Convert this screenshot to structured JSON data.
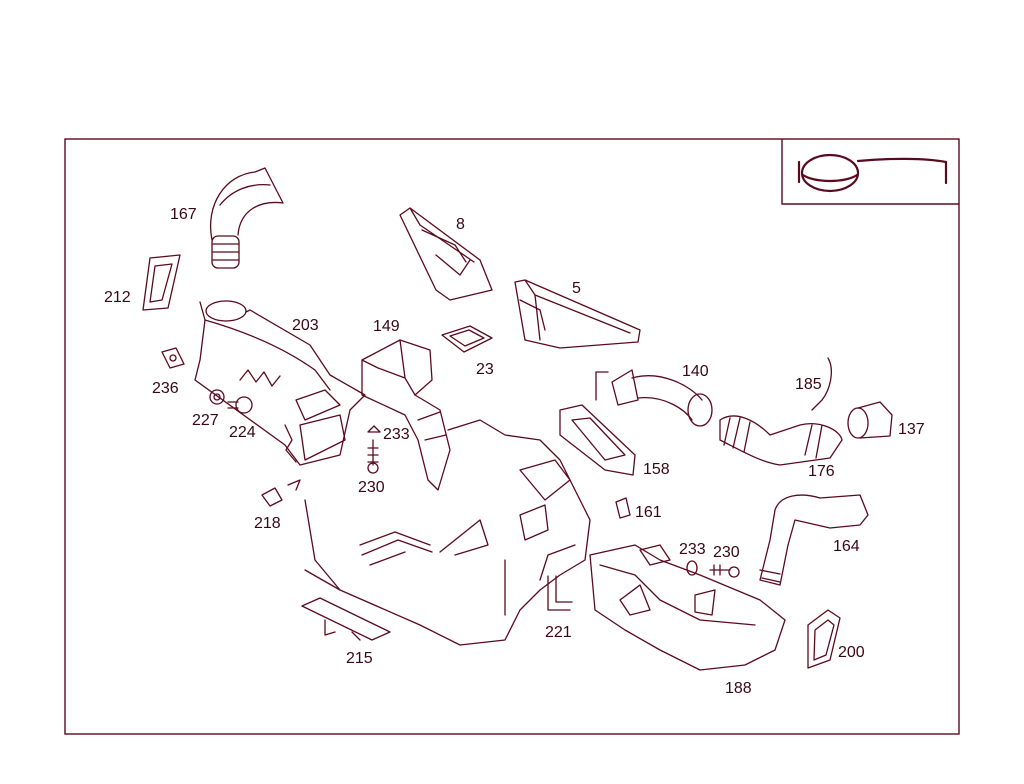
{
  "colors": {
    "line": "#5a0a1e",
    "text": "#3a0614",
    "background": "#ffffff"
  },
  "inset_icon": "vehicle-outline-icon",
  "labels": {
    "l167": "167",
    "l8": "8",
    "l212": "212",
    "l203": "203",
    "l149": "149",
    "l5": "5",
    "l23": "23",
    "l236": "236",
    "l140": "140",
    "l185": "185",
    "l227": "227",
    "l224": "224",
    "l233a": "233",
    "l137": "137",
    "l176": "176",
    "l230a": "230",
    "l158": "158",
    "l218": "218",
    "l161": "161",
    "l233b": "233",
    "l230b": "230",
    "l164": "164",
    "l221": "221",
    "l215": "215",
    "l200": "200",
    "l188": "188"
  }
}
